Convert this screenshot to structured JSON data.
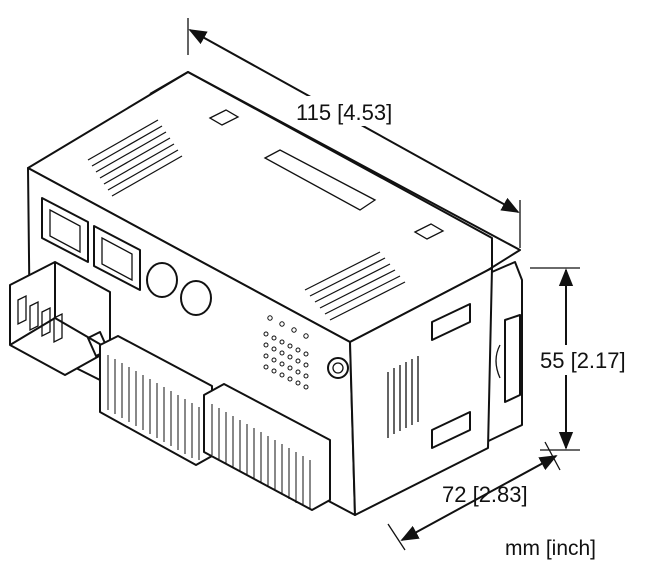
{
  "dimensions": {
    "length": "115 [4.53]",
    "height": "55 [2.17]",
    "depth": "72 [2.83]"
  },
  "units_label": "mm [inch]",
  "icons": [
    "device-module-drawing",
    "rj45-port-icon",
    "terminal-block-icon",
    "vent-grille-icon",
    "dimension-arrow-icon"
  ]
}
